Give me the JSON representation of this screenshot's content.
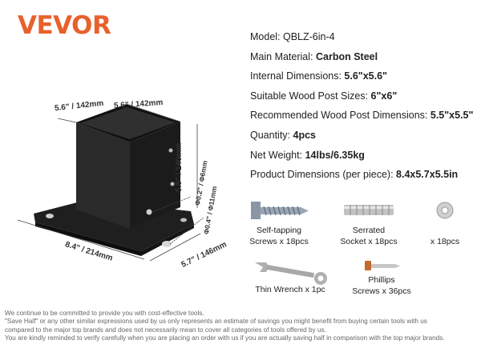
{
  "brand": {
    "logo_text": "VEVOR",
    "color": "#e8612c"
  },
  "specs": [
    {
      "label": "Model: ",
      "value": "QBLZ-6in-4",
      "bold": false
    },
    {
      "label": "Main Material: ",
      "value": "Carbon Steel",
      "bold": true
    },
    {
      "label": "Internal Dimensions: ",
      "value": "5.6\"x5.6\"",
      "bold": true
    },
    {
      "label": "Suitable Wood Post Sizes: ",
      "value": "6\"x6\"",
      "bold": true
    },
    {
      "label": "Recommended Wood Post Dimensions: ",
      "value": "5.5\"x5.5\"",
      "bold": true
    },
    {
      "label": "Quantity: ",
      "value": "4pcs",
      "bold": true
    },
    {
      "label": "Net Weight: ",
      "value": "14lbs/6.35kg",
      "bold": true
    },
    {
      "label": "Product Dimensions (per piece): ",
      "value": "8.4x5.7x5.5in",
      "bold": true
    }
  ],
  "dimensions": {
    "top_left": "5.6\" / 142mm",
    "top_right": "5.6\" / 142mm",
    "height": "5.5\" / 140mm",
    "small_hole": "Φ0.2\" / Φ6mm",
    "large_hole": "Φ0.4\" / Φ11mm",
    "base_length": "8.4\" / 214mm",
    "base_width": "5.7\" / 146mm"
  },
  "accessories": [
    {
      "name": "screw-icon",
      "line1": "Self-tapping",
      "line2": "Screws x 18pcs"
    },
    {
      "name": "socket-icon",
      "line1": "Serrated",
      "line2": "Socket x 18pcs"
    },
    {
      "name": "washer-icon",
      "line1": "",
      "line2": "x 18pcs"
    },
    {
      "name": "wrench-icon",
      "line1": "",
      "line2": "Thin Wrench x 1pc"
    },
    {
      "name": "phillips-screw-icon",
      "line1": "Phillips",
      "line2": "Screws x 36pcs"
    }
  ],
  "disclaimer": [
    "We continue to be committed to provide you with cost-effective tools.",
    "\"Save Half\" or any other similar expressions used by us only represents an estimate of savings you might benefit from buying certain tools with us",
    "compared to the major top brands and does not necessarily mean to cover all categories of tools offered by us.",
    "You are kindly reminded to verify carefully when you are placing an order with us if you are actually saving half in comparison with the top major brands."
  ]
}
